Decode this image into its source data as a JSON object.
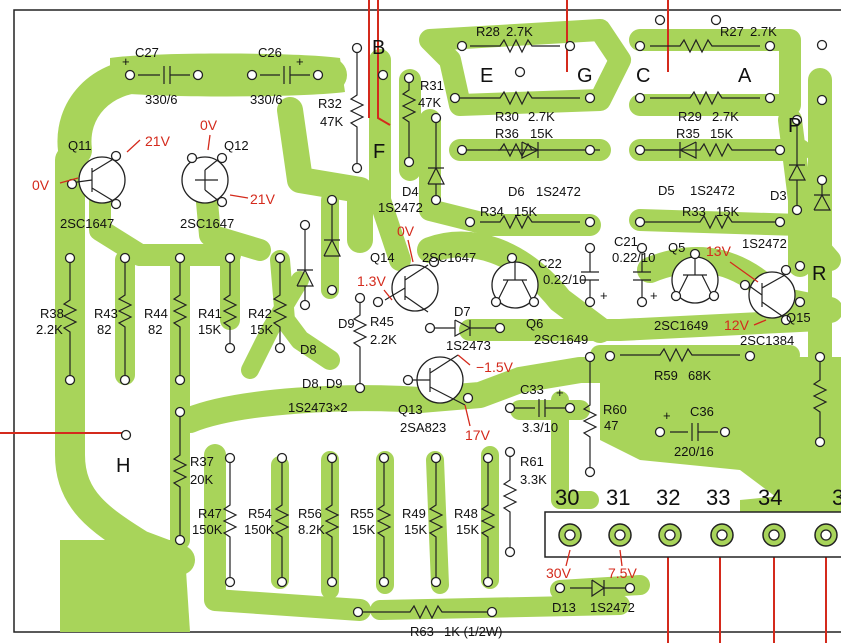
{
  "board": {
    "colors": {
      "copper": "#a8d45a",
      "ink": "#111111",
      "voltage": "#d42a1c",
      "background": "#ffffff"
    },
    "terminals": [
      "B",
      "E",
      "G",
      "C",
      "A",
      "F",
      "P",
      "R",
      "H"
    ],
    "components": [
      {
        "id": "c27",
        "ref": "C27",
        "value": "330/6"
      },
      {
        "id": "c26",
        "ref": "C26",
        "value": "330/6"
      },
      {
        "id": "r28",
        "ref": "R28",
        "value": "2.7K"
      },
      {
        "id": "r27",
        "ref": "R27",
        "value": "2.7K"
      },
      {
        "id": "r32",
        "ref": "R32",
        "value": "47K"
      },
      {
        "id": "r31",
        "ref": "R31",
        "value": "47K"
      },
      {
        "id": "r30",
        "ref": "R30",
        "value": "2.7K"
      },
      {
        "id": "r29",
        "ref": "R29",
        "value": "2.7K"
      },
      {
        "id": "r36",
        "ref": "R36",
        "value": "15K"
      },
      {
        "id": "r35",
        "ref": "R35",
        "value": "15K"
      },
      {
        "id": "r34",
        "ref": "R34",
        "value": "15K"
      },
      {
        "id": "r33",
        "ref": "R33",
        "value": "15K"
      },
      {
        "id": "q11",
        "ref": "Q11",
        "value": "2SC1647"
      },
      {
        "id": "q12",
        "ref": "Q12",
        "value": "2SC1647"
      },
      {
        "id": "d4",
        "ref": "D4",
        "value": "1S2472"
      },
      {
        "id": "d6",
        "ref": "D6",
        "value": "1S2472"
      },
      {
        "id": "d5",
        "ref": "D5",
        "value": "1S2472"
      },
      {
        "id": "d3",
        "ref": "D3",
        "value": "1S2472"
      },
      {
        "id": "q14",
        "ref": "Q14",
        "value": "2SC1647"
      },
      {
        "id": "c22",
        "ref": "C22",
        "value": "0.22/10"
      },
      {
        "id": "c21",
        "ref": "C21",
        "value": "0.22/10"
      },
      {
        "id": "q5",
        "ref": "Q5",
        "value": "2SC1649"
      },
      {
        "id": "q6",
        "ref": "Q6",
        "value": "2SC1649"
      },
      {
        "id": "q15",
        "ref": "Q15",
        "value": "2SC1384"
      },
      {
        "id": "r38",
        "ref": "R38",
        "value": "2.2K"
      },
      {
        "id": "r43",
        "ref": "R43",
        "value": "82"
      },
      {
        "id": "r44",
        "ref": "R44",
        "value": "82"
      },
      {
        "id": "r41",
        "ref": "R41",
        "value": "15K"
      },
      {
        "id": "r42",
        "ref": "R42",
        "value": "15K"
      },
      {
        "id": "d8",
        "ref": "D8",
        "value": ""
      },
      {
        "id": "d9",
        "ref": "D9",
        "value": ""
      },
      {
        "id": "r45",
        "ref": "R45",
        "value": "2.2K"
      },
      {
        "id": "d7",
        "ref": "D7",
        "value": "1S2473"
      },
      {
        "id": "q13",
        "ref": "Q13",
        "value": "2SA823"
      },
      {
        "id": "r59",
        "ref": "R59",
        "value": "68K"
      },
      {
        "id": "c33",
        "ref": "C33",
        "value": "3.3/10"
      },
      {
        "id": "r60",
        "ref": "R60",
        "value": "47"
      },
      {
        "id": "c36",
        "ref": "C36",
        "value": "220/16"
      },
      {
        "id": "r37",
        "ref": "R37",
        "value": "20K"
      },
      {
        "id": "r61",
        "ref": "R61",
        "value": "3.3K"
      },
      {
        "id": "r47",
        "ref": "R47",
        "value": "150K"
      },
      {
        "id": "r54",
        "ref": "R54",
        "value": "150K"
      },
      {
        "id": "r56",
        "ref": "R56",
        "value": "8.2K"
      },
      {
        "id": "r55",
        "ref": "R55",
        "value": "15K"
      },
      {
        "id": "r49",
        "ref": "R49",
        "value": "15K"
      },
      {
        "id": "r48",
        "ref": "R48",
        "value": "15K"
      },
      {
        "id": "d13",
        "ref": "D13",
        "value": "1S2472"
      },
      {
        "id": "r63",
        "ref": "R63",
        "value": "1K (1/2W)"
      }
    ],
    "notes": {
      "d8_d9": "D8, D9",
      "d8_d9_type": "1S2473×2"
    },
    "voltages": [
      {
        "id": "q11_c",
        "text": "21V"
      },
      {
        "id": "q11_b",
        "text": "0V"
      },
      {
        "id": "q12_c",
        "text": "0V"
      },
      {
        "id": "q12_e",
        "text": "21V"
      },
      {
        "id": "q14_c",
        "text": "0V"
      },
      {
        "id": "q14_b",
        "text": "1.3V"
      },
      {
        "id": "q13_b",
        "text": "−1.5V"
      },
      {
        "id": "q13_c",
        "text": "17V"
      },
      {
        "id": "q15_c",
        "text": "13V"
      },
      {
        "id": "q15_b",
        "text": "12V"
      },
      {
        "id": "p30",
        "text": "30V"
      },
      {
        "id": "p31",
        "text": "7.5V"
      }
    ],
    "connector_pins": [
      "30",
      "31",
      "32",
      "33",
      "34",
      "3"
    ]
  }
}
